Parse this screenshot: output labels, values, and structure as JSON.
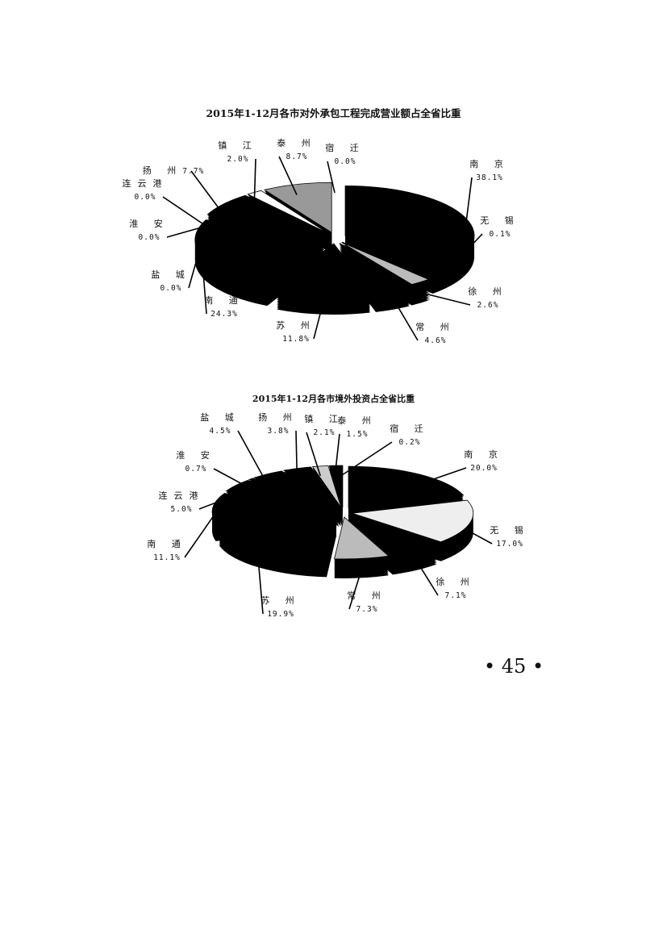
{
  "page_number": "• 45 •",
  "chart_data": [
    {
      "type": "pie",
      "title": "2015年1-12月各市对外承包工程完成营业额占全省比重",
      "categories": [
        "南 京",
        "无 锡",
        "徐 州",
        "常 州",
        "苏 州",
        "南 通",
        "盐 城",
        "淮 安",
        "连云港",
        "扬 州",
        "镇 江",
        "泰 州",
        "宿 迁"
      ],
      "values": [
        38.1,
        0.1,
        2.6,
        4.6,
        11.8,
        24.3,
        0.0,
        0.0,
        0.0,
        7.7,
        2.0,
        8.7,
        0.0
      ],
      "labels": [
        "38.1%",
        "0.1%",
        "2.6%",
        "4.6%",
        "11.8%",
        "24.3%",
        "0.0%",
        "0.0%",
        "0.0%",
        "7.7%",
        "2.0%",
        "8.7%",
        "0.0%"
      ],
      "fills": [
        "#000000",
        "#000000",
        "#bbbbbb",
        "#000000",
        "#000000",
        "#000000",
        "#000000",
        "#000000",
        "#000000",
        "#000000",
        "#ffffff",
        "#999999",
        "#000000"
      ],
      "style": "3d-exploded"
    },
    {
      "type": "pie",
      "title": "2015年1-12月各市境外投资占全省比重",
      "categories": [
        "南 京",
        "无 锡",
        "徐 州",
        "常 州",
        "苏 州",
        "南 通",
        "连云港",
        "淮 安",
        "盐 城",
        "扬 州",
        "镇 江",
        "泰 州",
        "宿 迁"
      ],
      "values": [
        20.0,
        17.0,
        7.1,
        7.3,
        19.9,
        11.1,
        5.0,
        0.7,
        4.5,
        3.8,
        2.1,
        1.5,
        0.2
      ],
      "labels": [
        "20.0%",
        "17.0%",
        "7.1%",
        "7.3%",
        "19.9%",
        "11.1%",
        "5.0%",
        "0.7%",
        "4.5%",
        "3.8%",
        "2.1%",
        "1.5%",
        "0.2%"
      ],
      "fills": [
        "#000000",
        "#eeeeee",
        "#000000",
        "#bbbbbb",
        "#000000",
        "#000000",
        "#000000",
        "#000000",
        "#000000",
        "#000000",
        "#cccccc",
        "#000000",
        "#000000"
      ],
      "style": "3d-exploded"
    }
  ]
}
